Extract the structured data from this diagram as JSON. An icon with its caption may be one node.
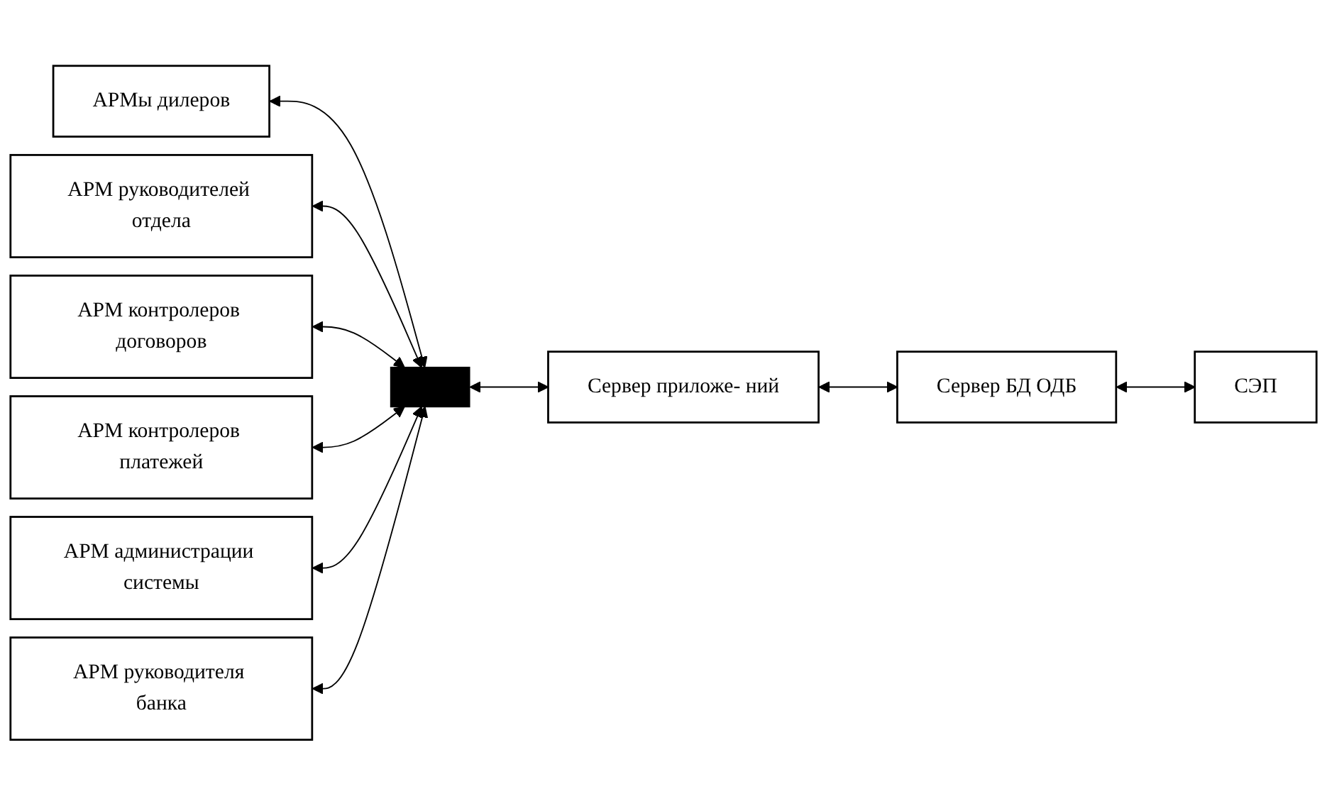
{
  "diagram": {
    "nodes": [
      {
        "text": [
          "АРМы дилеров"
        ]
      },
      {
        "text": [
          "АРМ руководителей отдела"
        ]
      },
      {
        "text": [
          "АРМ контролеров договоров"
        ]
      },
      {
        "text": [
          "АРМ контролеров платежей"
        ]
      },
      {
        "text": [
          "АРМ администрации системы"
        ]
      },
      {
        "text": [
          "АРМ руководителя банка"
        ]
      },
      {
        "text": [],
        "shape": "bar"
      },
      {
        "text": [
          "Сервер приложе- ний"
        ]
      },
      {
        "text": [
          "Сервер БД ОДБ"
        ]
      },
      {
        "text": [
          "СЭП"
        ]
      }
    ],
    "edges": [
      {
        "from": 0,
        "to": 6,
        "arrow": "both"
      },
      {
        "from": 1,
        "to": 6,
        "arrow": "both"
      },
      {
        "from": 2,
        "to": 6,
        "arrow": "both"
      },
      {
        "from": 3,
        "to": 6,
        "arrow": "both"
      },
      {
        "from": 4,
        "to": 6,
        "arrow": "both"
      },
      {
        "from": 5,
        "to": 6,
        "arrow": "both"
      },
      {
        "from": 6,
        "to": 7,
        "arrow": "both"
      },
      {
        "from": 7,
        "to": 8,
        "arrow": "both"
      },
      {
        "from": 8,
        "to": 9,
        "arrow": "both"
      }
    ]
  }
}
